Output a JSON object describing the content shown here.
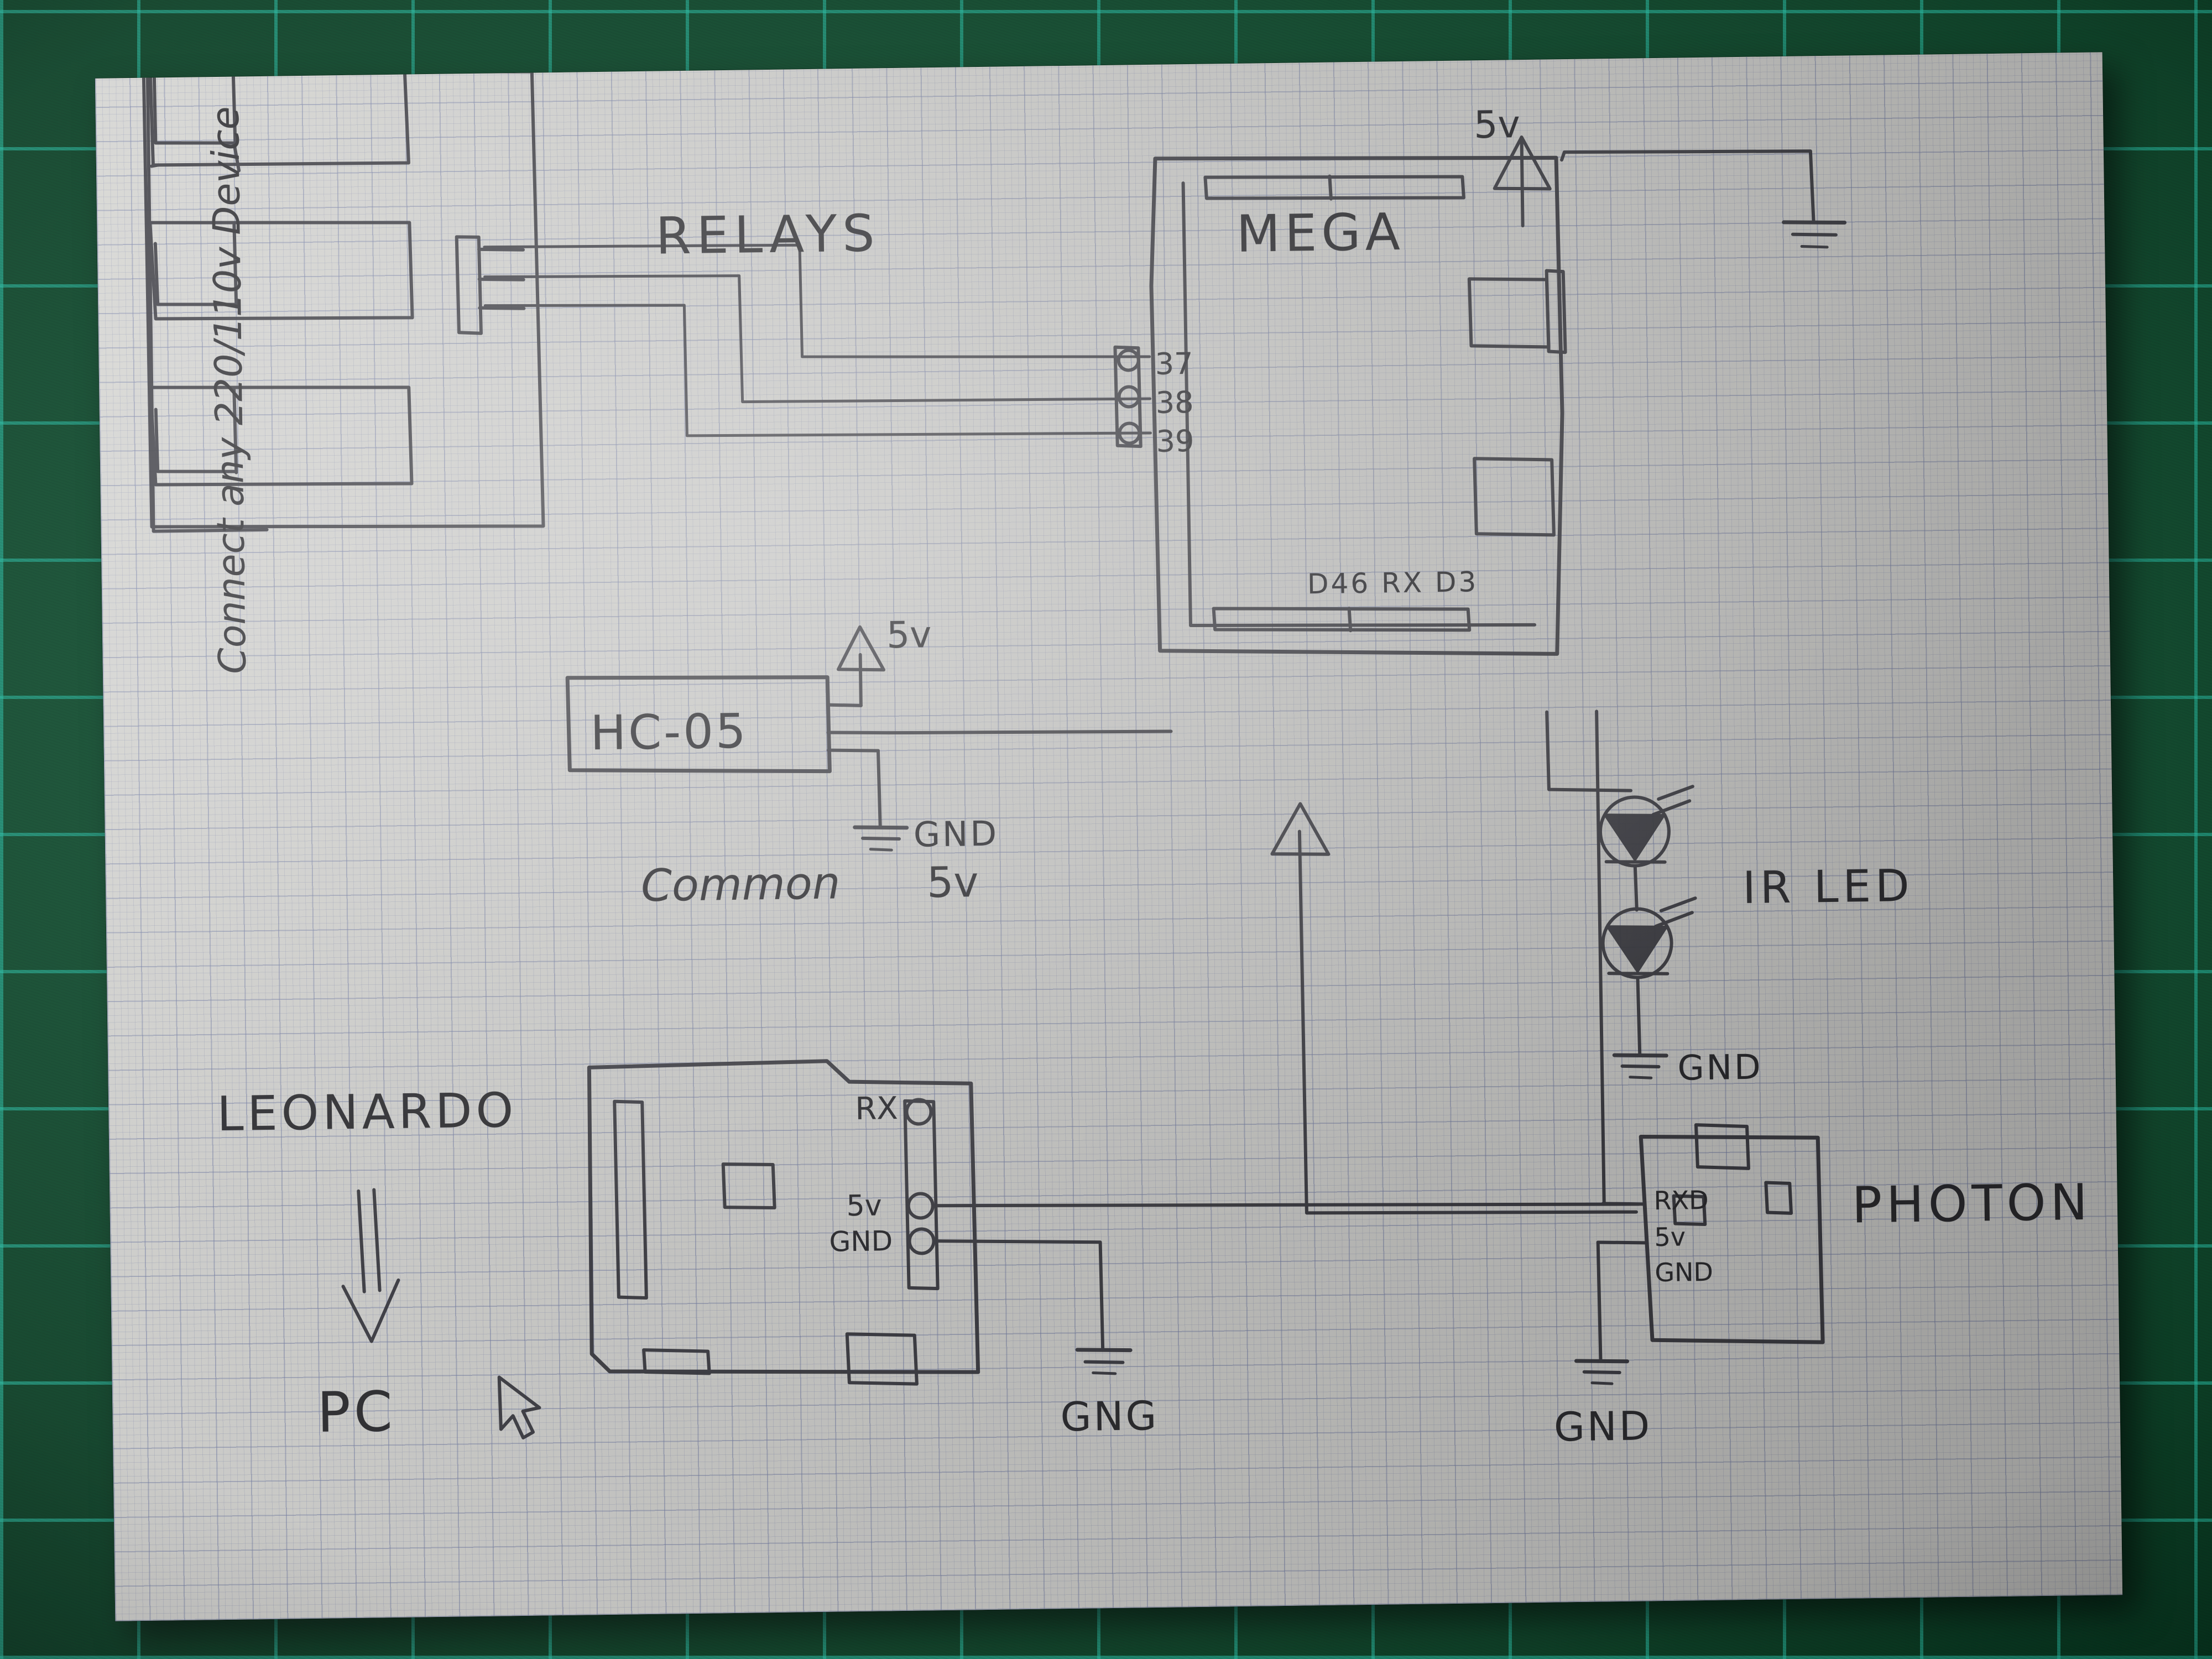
{
  "scene": {
    "surface": "green-cutting-mat",
    "medium": "pencil on graph paper",
    "mat_color": "#0a5731",
    "mat_grid_color": "#28bea5",
    "paper_color": "#d9d9d6",
    "paper_grid_color": "#7882aa",
    "ink_color": "#2c2c30"
  },
  "diagram": {
    "title_labels": {
      "relays": "RELAYS",
      "mega": "MEGA",
      "leonardo": "LEONARDO",
      "photon": "PHOTON",
      "ir_led": "IR LED",
      "hc05": "HC-05",
      "pc": "PC"
    },
    "annotations": {
      "device_note": "Connect any 220/110v Device",
      "common": "Common",
      "common_rail_voltage": "5v"
    },
    "power_labels": {
      "mega_5v": "5v",
      "hc05_5v": "5v",
      "hc05_gnd": "GND",
      "ir_gnd": "GND",
      "leonardo_gnd": "GNG",
      "photon_gnd": "GND"
    },
    "mega": {
      "name": "MEGA",
      "relay_pins": [
        "37",
        "38",
        "39"
      ],
      "signal_pins_label": "D46  RX D3",
      "signal_pins": [
        "D46",
        "RX",
        "D3"
      ],
      "supply": "5v"
    },
    "leonardo": {
      "name": "LEONARDO",
      "pins": [
        "RX",
        "5v",
        "GND"
      ],
      "ground_label": "GNG",
      "destination": "PC"
    },
    "photon": {
      "name": "PHOTON",
      "pins": [
        "RXD",
        "5v",
        "GND"
      ],
      "ground_label": "GND"
    },
    "bluetooth_module": {
      "name": "HC-05",
      "supply": "5v",
      "ground": "GND"
    },
    "relay_module": {
      "name": "RELAYS",
      "channel_count": 3,
      "note": "Connect any 220/110v Device"
    },
    "ir_leds": {
      "name": "IR LED",
      "count": 2,
      "ground": "GND"
    }
  }
}
